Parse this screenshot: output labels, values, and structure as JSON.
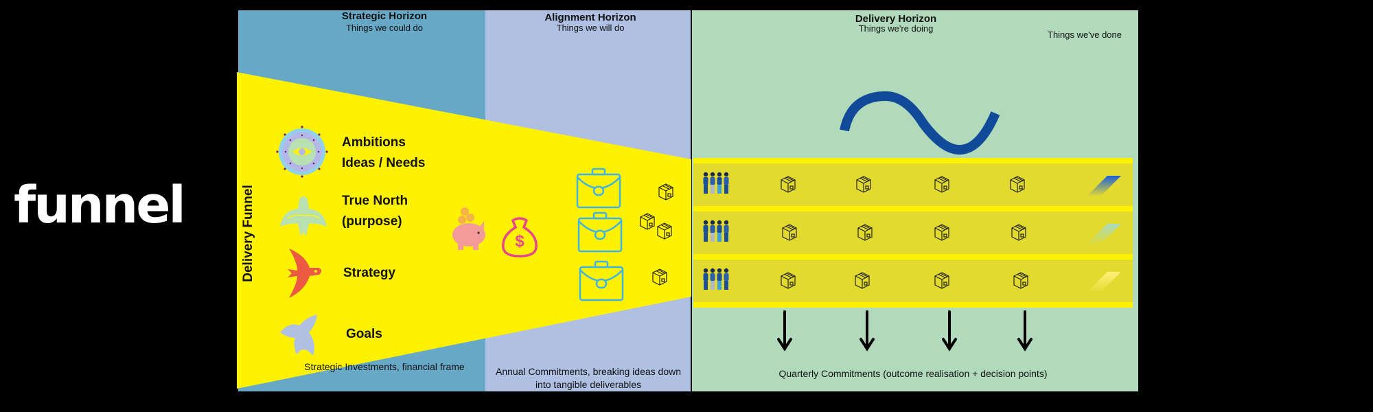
{
  "logo": {
    "text": "funnel"
  },
  "horizons": [
    {
      "title": "Strategic Horizon",
      "subtitle": "Things we could do",
      "footer": "Strategic Investments, financial frame",
      "color": "#66a8c6"
    },
    {
      "title": "Alignment Horizon",
      "subtitle": "Things we will do",
      "footer": "Annual Commitments, breaking ideas down into tangible deliverables",
      "color": "#afc0e2"
    },
    {
      "title": "Delivery Horizon",
      "subtitle": "Things we're doing",
      "subtitle2": "Things we've done",
      "footer": "Quarterly Commitments (outcome realisation + decision points)",
      "color": "#b0dabb"
    }
  ],
  "funnel": {
    "label": "Delivery Funnel",
    "color": "#fff200",
    "items": [
      {
        "icon": "mandala-eye-icon",
        "label_line1": "Ambitions",
        "label_line2": "Ideas / Needs"
      },
      {
        "icon": "green-bird-icon",
        "label_line1": "True North",
        "label_line2": "(purpose)"
      },
      {
        "icon": "red-bird-icon",
        "label_line1": "Strategy",
        "label_line2": ""
      },
      {
        "icon": "lavender-bird-icon",
        "label_line1": "Goals",
        "label_line2": ""
      }
    ]
  },
  "investment_icons": [
    "piggy-bank-icon",
    "money-bag-icon"
  ],
  "portfolios": [
    "briefcase-icon",
    "briefcase-icon",
    "briefcase-icon"
  ],
  "lanes": [
    {
      "team_icon": "team-icon",
      "packages": 4,
      "done_marker": "done-slash-blue"
    },
    {
      "team_icon": "team-icon",
      "packages": 4,
      "done_marker": "done-slash-teal"
    },
    {
      "team_icon": "team-icon",
      "packages": 4,
      "done_marker": "done-slash-yellow"
    }
  ],
  "wave_icon": "tilde-wave-icon",
  "quarter_arrows": 4,
  "colors": {
    "accent_blue": "#124a9a",
    "briefcase": "#3fb3e6",
    "money": "#e8468c",
    "piggy": "#f39a9a",
    "lane": "#e3da30"
  }
}
